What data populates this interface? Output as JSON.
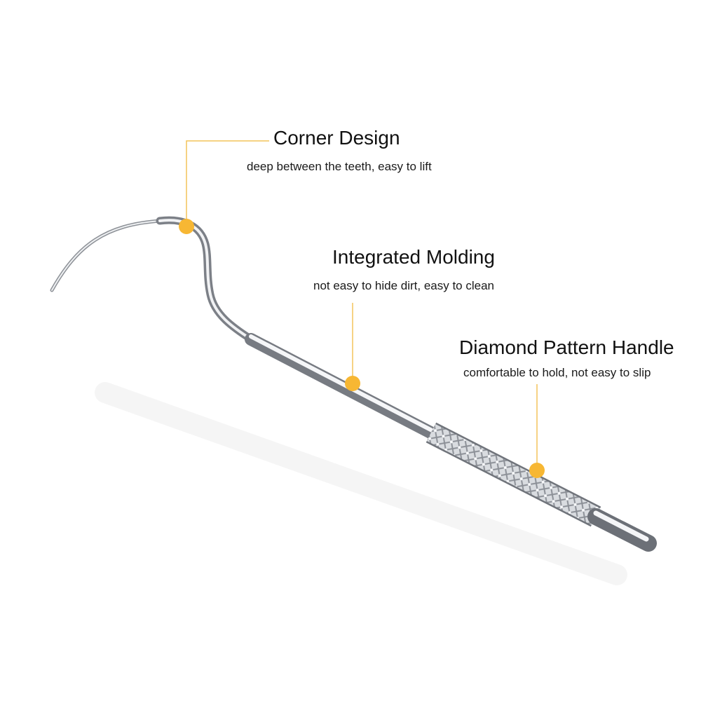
{
  "callouts": [
    {
      "title": "Corner Design",
      "subtitle": "deep between the teeth, easy to lift"
    },
    {
      "title": "Integrated Molding",
      "subtitle": "not easy to hide dirt, easy to clean"
    },
    {
      "title": "Diamond Pattern Handle",
      "subtitle": "comfortable to hold, not easy to slip"
    }
  ],
  "colors": {
    "background": "#ffffff",
    "accent": "#f7b733",
    "leader_line": "#f3c35a",
    "text": "#111111",
    "steel_light": "#f4f5f7",
    "steel_mid": "#b9bdc3",
    "steel_dark": "#6d7178"
  },
  "icons": {
    "product": "stainless-steel-toothpick-hook"
  }
}
